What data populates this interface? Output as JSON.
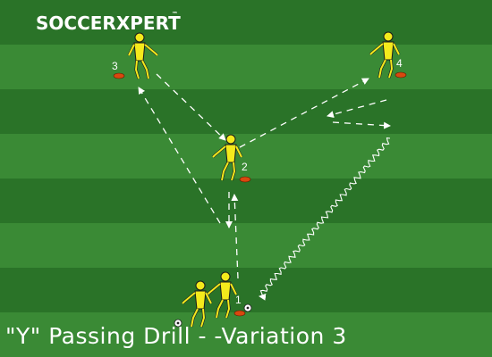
{
  "logo": {
    "text": "SOCCERXPERT",
    "trademark": "™"
  },
  "caption": "\"Y\" Passing Drill - -Variation 3",
  "players": [
    {
      "number": "3"
    },
    {
      "number": "4"
    },
    {
      "number": "2"
    },
    {
      "number": "1"
    }
  ],
  "colors": {
    "field_dark": "#2a7328",
    "field_light": "#3a8a35",
    "player_fill": "#f4ea1c",
    "cone": "#d9480f",
    "lines": "#ffffff"
  },
  "icons": [
    "player-figure-icon",
    "cone-icon",
    "ball-icon"
  ]
}
